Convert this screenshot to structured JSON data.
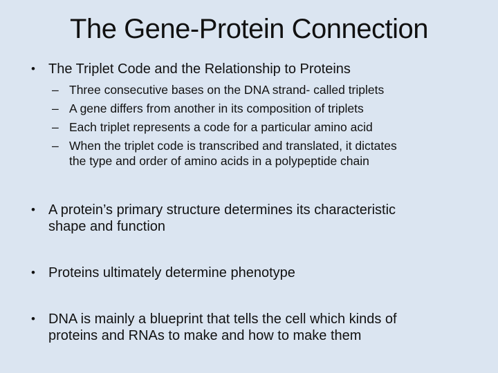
{
  "slide": {
    "title": "The Gene-Protein Connection",
    "background_color": "#dbe5f1",
    "text_color": "#111111",
    "markers": {
      "level1": "•",
      "level2": "–"
    },
    "bullets": [
      {
        "text": "The Triplet Code and the Relationship to Proteins",
        "children": [
          "Three consecutive bases on the DNA strand- called triplets",
          "A gene differs from another in its composition of triplets",
          "Each triplet represents a code for a particular amino acid",
          "When the triplet code is transcribed and translated, it dictates\nthe type and order of amino acids in a polypeptide chain"
        ]
      },
      {
        "text": "A protein’s primary structure determines its characteristic\nshape and function"
      },
      {
        "text": "Proteins ultimately determine phenotype"
      },
      {
        "text": "DNA is mainly a blueprint that tells the cell which kinds of\nproteins and RNAs to make and how to make them"
      }
    ]
  }
}
